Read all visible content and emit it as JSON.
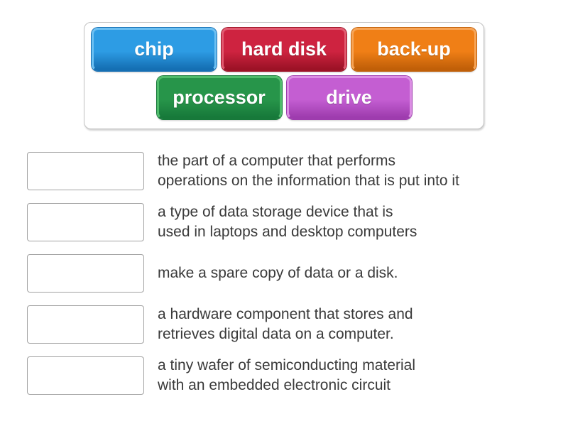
{
  "word_bank": {
    "tiles": [
      {
        "label": "chip",
        "color": "#2d9ce4",
        "color_light": "#6cc0f2",
        "color_dark": "#156fb3"
      },
      {
        "label": "hard disk",
        "color": "#ce2340",
        "color_light": "#e25a70",
        "color_dark": "#9c1226"
      },
      {
        "label": "back-up",
        "color": "#f07f16",
        "color_light": "#f7a455",
        "color_dark": "#c05f08"
      },
      {
        "label": "processor",
        "color": "#27954a",
        "color_light": "#4fbc6b",
        "color_dark": "#17793a"
      },
      {
        "label": "drive",
        "color": "#c45ed2",
        "color_light": "#dc8fe4",
        "color_dark": "#9e3cae"
      }
    ]
  },
  "match_list": {
    "items": [
      {
        "definition": [
          "the part of a computer that performs",
          "operations on the information that is put into it"
        ]
      },
      {
        "definition": [
          "a type of data storage device that is",
          "used in laptops and desktop computers"
        ]
      },
      {
        "definition": [
          "make a spare copy of data or a disk."
        ]
      },
      {
        "definition": [
          "a hardware component that stores and",
          "retrieves digital data on a computer."
        ]
      },
      {
        "definition": [
          "a tiny wafer of semiconducting material",
          "with an embedded electronic circuit"
        ]
      }
    ]
  }
}
